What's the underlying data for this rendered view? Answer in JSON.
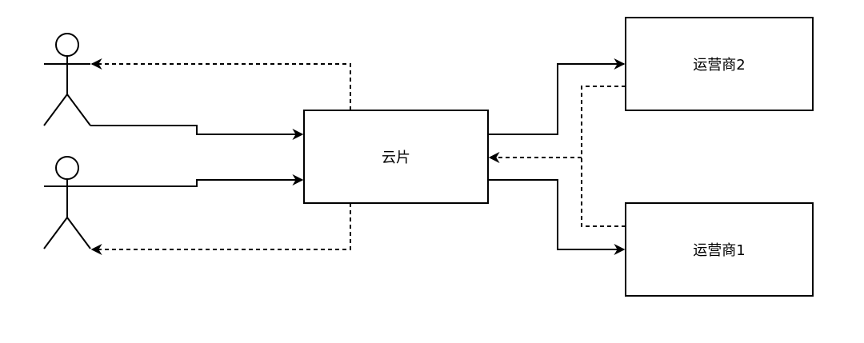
{
  "diagram": {
    "nodes": {
      "cloud": {
        "label": "云片"
      },
      "operator2": {
        "label": "运营商2"
      },
      "operator1": {
        "label": "运营商1"
      }
    },
    "actors": [
      {
        "id": "user-top",
        "label": ""
      },
      {
        "id": "user-bottom",
        "label": ""
      }
    ],
    "colors": {
      "stroke": "#000000",
      "fill": "#ffffff"
    }
  }
}
